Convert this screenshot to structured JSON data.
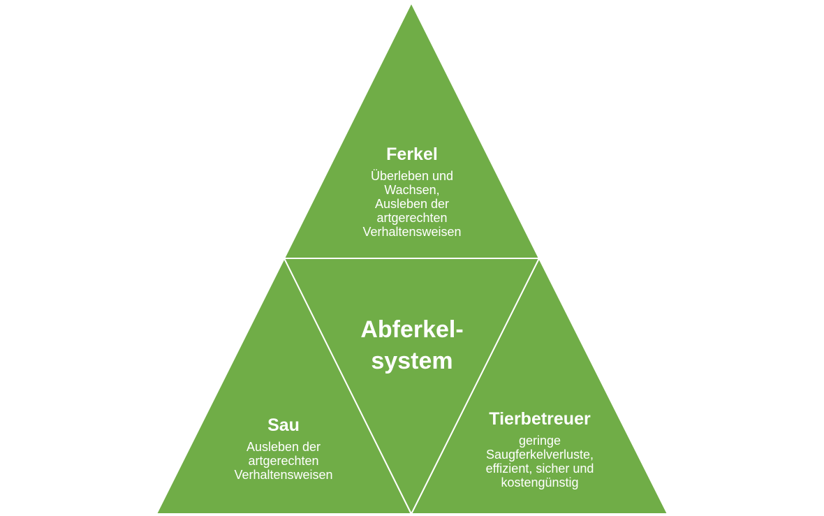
{
  "colors": {
    "fill": "#70AD47",
    "line": "#FFFFFF",
    "text": "#FFFFFF"
  },
  "center": {
    "line1": "Abferkel-",
    "line2": "system"
  },
  "top": {
    "title": "Ferkel",
    "lines": [
      "Überleben und",
      "Wachsen,",
      "Ausleben der",
      "artgerechten",
      "Verhaltensweisen"
    ]
  },
  "left": {
    "title": "Sau",
    "lines": [
      "Ausleben der",
      "artgerechten",
      "Verhaltensweisen"
    ]
  },
  "right": {
    "title": "Tierbetreuer",
    "lines": [
      "geringe",
      "Saugferkelverluste,",
      "effizient, sicher und",
      "kostengünstig"
    ]
  }
}
